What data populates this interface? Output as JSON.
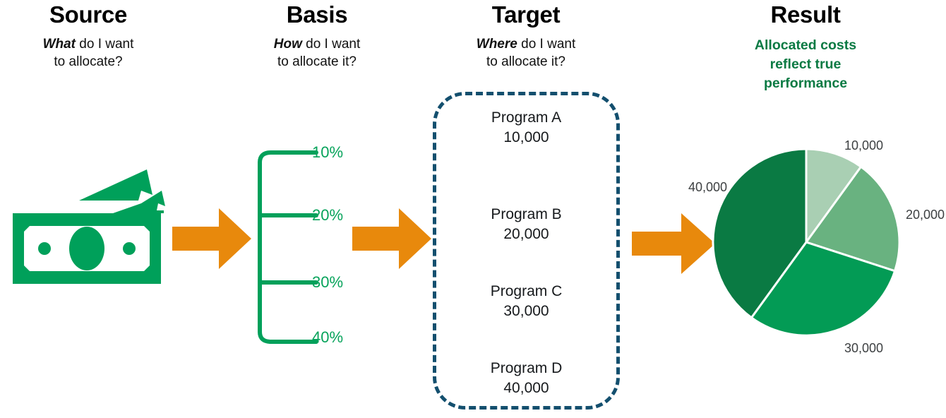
{
  "columns": [
    {
      "id": "source",
      "title": "Source",
      "lead": "What",
      "sub_rest": " do I want",
      "sub_line2": "to allocate?"
    },
    {
      "id": "basis",
      "title": "Basis",
      "lead": "How",
      "sub_rest": " do I want",
      "sub_line2": "to allocate it?"
    },
    {
      "id": "target",
      "title": "Target",
      "lead": "Where",
      "sub_rest": " do I want",
      "sub_line2": "to allocate it?"
    },
    {
      "id": "result",
      "title": "Result",
      "sub_line1": "Allocated costs",
      "sub_line2": "reflect true",
      "sub_line3": "performance"
    }
  ],
  "source": {
    "icon": "money-cash-icon"
  },
  "arrows": [
    {
      "name": "arrow-source-to-basis"
    },
    {
      "name": "arrow-basis-to-target"
    },
    {
      "name": "arrow-target-to-result"
    }
  ],
  "basis": {
    "bracket_icon": "bracket-split-icon",
    "percentages": [
      "10%",
      "20%",
      "30%",
      "40%"
    ]
  },
  "target": {
    "programs": [
      {
        "name": "Program A",
        "amount": "10,000"
      },
      {
        "name": "Program B",
        "amount": "20,000"
      },
      {
        "name": "Program C",
        "amount": "30,000"
      },
      {
        "name": "Program D",
        "amount": "40,000"
      }
    ]
  },
  "result": {
    "pie_labels": {
      "top": "10,000",
      "right": "20,000",
      "bottom": "30,000",
      "left": "40,000"
    }
  },
  "chart_data": {
    "type": "pie",
    "title": "Allocated costs reflect true performance",
    "categories": [
      "Program A",
      "Program B",
      "Program C",
      "Program D"
    ],
    "values": [
      10000,
      20000,
      30000,
      40000
    ],
    "percentages": [
      10,
      20,
      30,
      40
    ],
    "data_labels": [
      "10,000",
      "20,000",
      "30,000",
      "40,000"
    ],
    "colors": [
      "#a9cfb3",
      "#69b280",
      "#039b55",
      "#0a7a43"
    ],
    "label_positions": [
      "top",
      "right",
      "bottom",
      "left"
    ],
    "legend": "none",
    "grid": false,
    "start_angle_deg": 0,
    "direction": "clockwise"
  },
  "palette": {
    "green_primary": "#00a05a",
    "green_dark": "#0a7a43",
    "green_bright": "#039b55",
    "green_mid": "#69b280",
    "green_light": "#a9cfb3",
    "orange": "#e8890c",
    "navy": "#134f6e",
    "text_dark": "#16191c",
    "label_gray": "#3d4042"
  }
}
